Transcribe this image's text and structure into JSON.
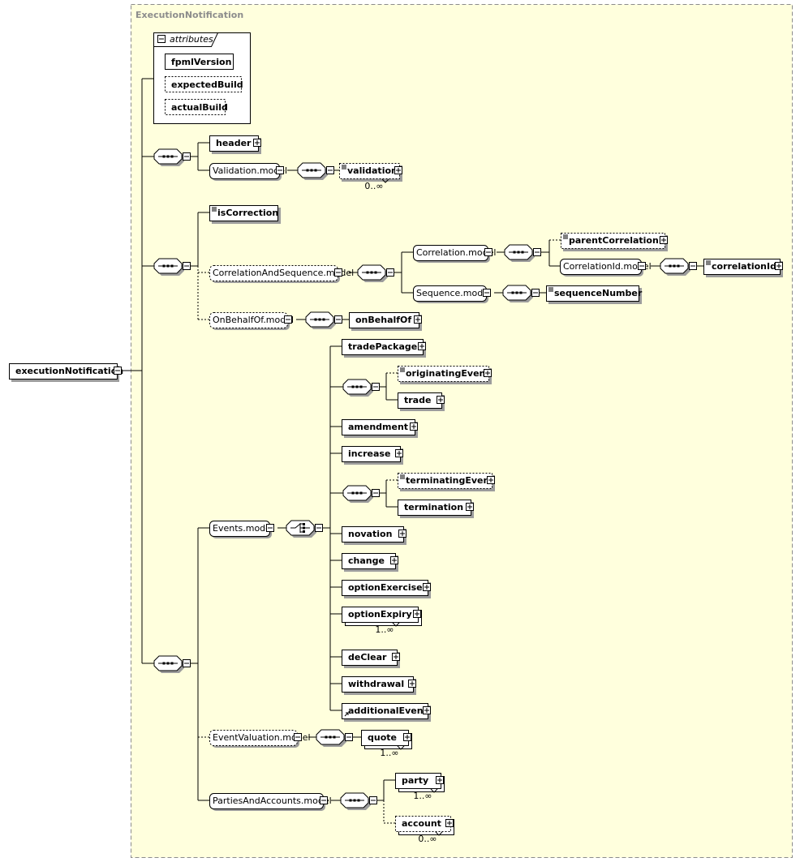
{
  "panel_title": "ExecutionNotification",
  "root": "executionNotification",
  "attributes_label": "attributes",
  "attributes": [
    "fpmlVersion",
    "expectedBuild",
    "actualBuild"
  ],
  "elements": {
    "header": "header",
    "validation_model": "Validation.model",
    "validation": "validation",
    "isCorrection": "isCorrection",
    "correlation_and_sequence_model": "CorrelationAndSequence.model",
    "correlation_model": "Correlation.model",
    "parentCorrelationId": "parentCorrelationId",
    "correlationId_model": "CorrelationId.model",
    "correlationId": "correlationId",
    "sequence_model": "Sequence.model",
    "sequenceNumber": "sequenceNumber",
    "onBehalfOf_model": "OnBehalfOf.model",
    "onBehalfOf": "onBehalfOf",
    "events_model": "Events.model",
    "tradePackage": "tradePackage",
    "originatingEvent": "originatingEvent",
    "trade": "trade",
    "amendment": "amendment",
    "increase": "increase",
    "terminatingEvent": "terminatingEvent",
    "termination": "termination",
    "novation": "novation",
    "change": "change",
    "optionExercise": "optionExercise",
    "optionExpiry": "optionExpiry",
    "deClear": "deClear",
    "withdrawal": "withdrawal",
    "additionalEvent": "additionalEvent",
    "eventValuation_model": "EventValuation.model",
    "quote": "quote",
    "partiesAndAccounts_model": "PartiesAndAccounts.model",
    "party": "party",
    "account": "account"
  },
  "cardinality": {
    "validation": "0..∞",
    "optionExpiry": "1..∞",
    "quote": "1..∞",
    "party": "1..∞",
    "account": "0..∞"
  }
}
